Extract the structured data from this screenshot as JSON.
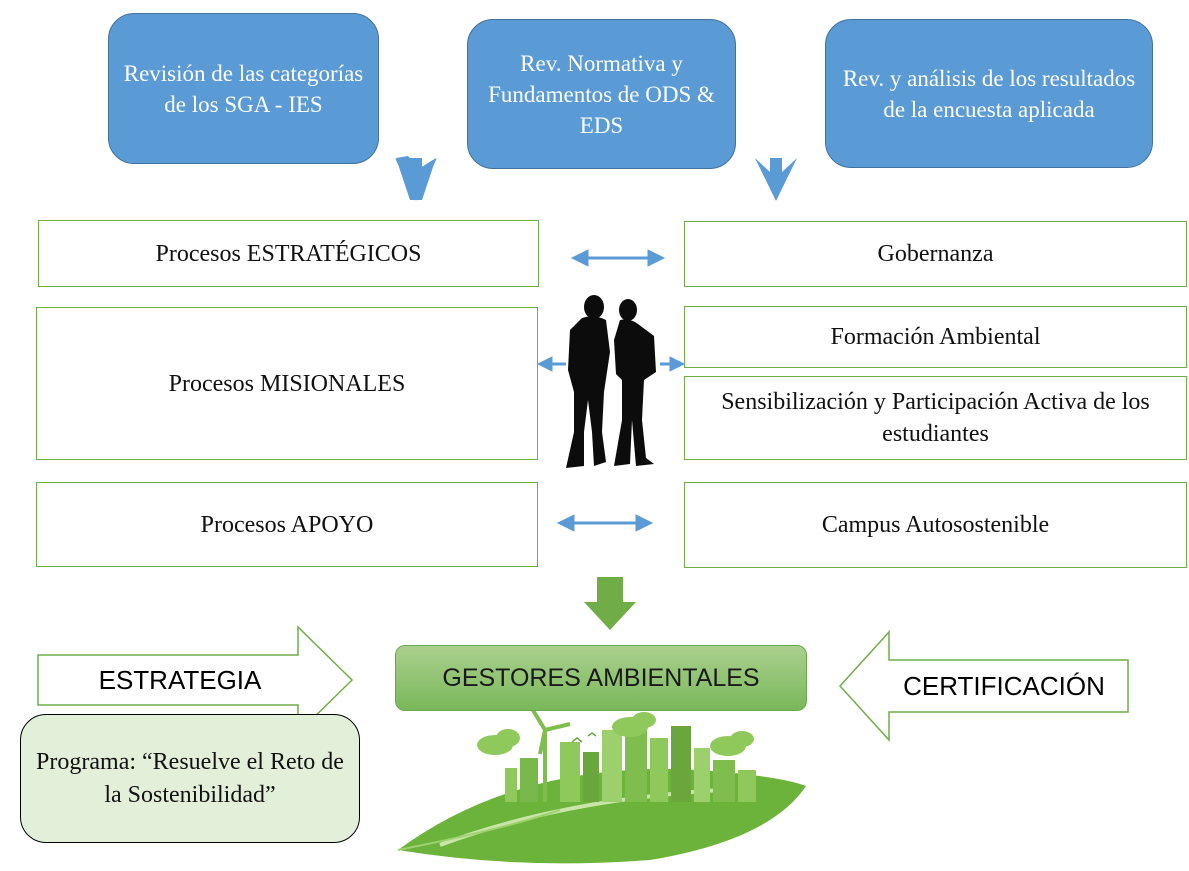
{
  "sources": [
    {
      "id": "src-categorias",
      "label": "Revisión de las categorías de los SGA - IES"
    },
    {
      "id": "src-normativa",
      "label": "Rev. Normativa y Fundamentos de ODS & EDS"
    },
    {
      "id": "src-encuesta",
      "label": "Rev. y análisis de los resultados de la encuesta aplicada"
    }
  ],
  "processes": {
    "estrategicos": "Procesos ESTRATÉGICOS",
    "misionales": "Procesos MISIONALES",
    "apoyo": "Procesos APOYO"
  },
  "components": {
    "gobernanza": "Gobernanza",
    "formacion": "Formación Ambiental",
    "sensibilizacion": "Sensibilización y Participación Activa de los estudiantes",
    "campus": "Campus Autosostenible"
  },
  "outcome": {
    "title": "GESTORES AMBIENTALES",
    "left_arrow": "ESTRATEGIA",
    "right_arrow": "CERTIFICACIÓN",
    "program": "Programa: “Resuelve el Reto de la Sostenibilidad”"
  },
  "colors": {
    "source_fill": "#5b9bd5",
    "process_border": "#70ad47",
    "connector_blue": "#5b9bd5",
    "down_arrow_green": "#70ad47",
    "program_fill": "#e2efd9"
  }
}
